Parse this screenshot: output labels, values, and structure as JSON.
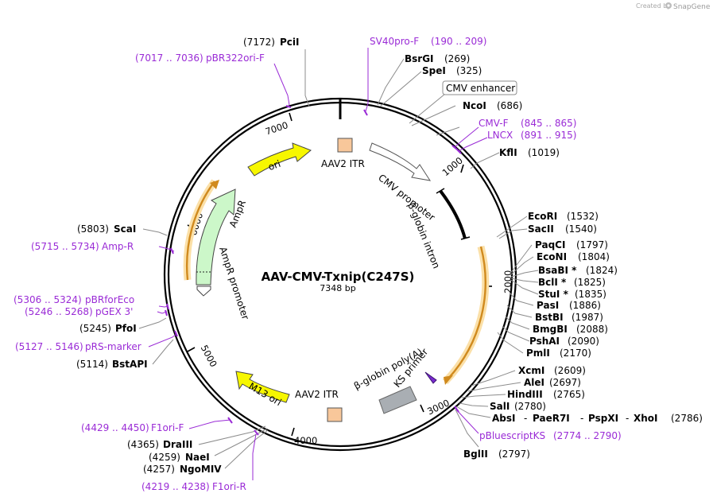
{
  "app": {
    "credit": "Created by",
    "brand": "SnapGene"
  },
  "plasmid": {
    "name": "AAV-CMV-Txnip(C247S)",
    "size_label": "7348 bp"
  },
  "ticks": [
    "1000",
    "2000",
    "3000",
    "4000",
    "5000",
    "6000",
    "7000"
  ],
  "enzymes": [
    {
      "id": "pcii",
      "name": "PciI",
      "pos": "(7172)"
    },
    {
      "id": "bsrgi",
      "name": "BsrGI",
      "pos": "(269)"
    },
    {
      "id": "spei",
      "name": "SpeI",
      "pos": "(325)"
    },
    {
      "id": "ncoi",
      "name": "NcoI",
      "pos": "(686)"
    },
    {
      "id": "kfli",
      "name": "KflI",
      "pos": "(1019)"
    },
    {
      "id": "ecori",
      "name": "EcoRI",
      "pos": "(1532)"
    },
    {
      "id": "sacii",
      "name": "SacII",
      "pos": "(1540)"
    },
    {
      "id": "paqci",
      "name": "PaqCI",
      "pos": "(1797)"
    },
    {
      "id": "econi",
      "name": "EcoNI",
      "pos": "(1804)"
    },
    {
      "id": "bsabi",
      "name": "BsaBI *",
      "pos": "(1824)"
    },
    {
      "id": "bcli",
      "name": "BclI *",
      "pos": "(1825)"
    },
    {
      "id": "stui",
      "name": "StuI *",
      "pos": "(1835)"
    },
    {
      "id": "pasi",
      "name": "PasI",
      "pos": "(1886)"
    },
    {
      "id": "bstbi",
      "name": "BstBI",
      "pos": "(1987)"
    },
    {
      "id": "bmgbi",
      "name": "BmgBI",
      "pos": "(2088)"
    },
    {
      "id": "pshai",
      "name": "PshAI",
      "pos": "(2090)"
    },
    {
      "id": "pmli",
      "name": "PmlI",
      "pos": "(2170)"
    },
    {
      "id": "xcmi",
      "name": "XcmI",
      "pos": "(2609)"
    },
    {
      "id": "alei",
      "name": "AleI",
      "pos": "(2697)"
    },
    {
      "id": "hindiii",
      "name": "HindIII",
      "pos": "(2765)"
    },
    {
      "id": "sali",
      "name": "SalI",
      "pos": "(2780)"
    },
    {
      "id": "bglii",
      "name": "BglII",
      "pos": "(2797)"
    },
    {
      "id": "dralii",
      "name": "DraIII",
      "pos": "(4365)"
    },
    {
      "id": "naei",
      "name": "NaeI",
      "pos": "(4259)"
    },
    {
      "id": "ngomiv",
      "name": "NgoMIV",
      "pos": "(4257)"
    },
    {
      "id": "bstapi",
      "name": "BstAPI",
      "pos": "(5114)"
    },
    {
      "id": "pfoi",
      "name": "PfoI",
      "pos": "(5245)"
    },
    {
      "id": "scai",
      "name": "ScaI",
      "pos": "(5803)"
    }
  ],
  "multisite": {
    "names": [
      "AbsI",
      "PaeR7I",
      "PspXI",
      "XhoI"
    ],
    "separator": "-",
    "pos": "(2786)"
  },
  "primers": [
    {
      "id": "sv40",
      "name": "SV40pro-F",
      "range": "(190 .. 209)"
    },
    {
      "id": "cmvf",
      "name": "CMV-F",
      "range": "(845 .. 865)"
    },
    {
      "id": "lncx",
      "name": "LNCX",
      "range": "(891 .. 915)"
    },
    {
      "id": "pbr322",
      "name": "pBR322ori-F",
      "range": "(7017 .. 7036)"
    },
    {
      "id": "ampr",
      "name": "Amp-R",
      "range": "(5715 .. 5734)"
    },
    {
      "id": "pbrforeco",
      "name": "pBRforEco",
      "range": "(5306 .. 5324)"
    },
    {
      "id": "pgex3",
      "name": "pGEX 3'",
      "range": "(5246 .. 5268)"
    },
    {
      "id": "prsmarker",
      "name": "pRS-marker",
      "range": "(5127 .. 5146)"
    },
    {
      "id": "f1orif",
      "name": "F1ori-F",
      "range": "(4429 .. 4450)"
    },
    {
      "id": "f1orir",
      "name": "F1ori-R",
      "range": "(4219 .. 4238)"
    },
    {
      "id": "pbluescriptks",
      "name": "pBluescriptKS",
      "range": "(2774 .. 2790)"
    }
  ],
  "features": {
    "cmv_enhancer": "CMV enhancer",
    "aav2_itr_top": "AAV2 ITR",
    "aav2_itr_bottom": "AAV2 ITR",
    "cmv_promoter": "CMV promoter",
    "intron": "β-globin intron",
    "polya": "β-globin poly(A)",
    "ks_primer": "KS primer",
    "ori": "ori",
    "ampr": "AmpR",
    "ampr_promoter": "AmpR promoter",
    "m13_ori": "M13 ori"
  },
  "colors": {
    "primer": "#9a2bd6",
    "ori": "#f7f700",
    "ampr": "#ccf7c9",
    "itr": "#f8c79a",
    "polya": "#a9aeb3",
    "insert": "#d08a1e",
    "insert_glow": "#fbe0a8",
    "backbone": "#000000"
  }
}
